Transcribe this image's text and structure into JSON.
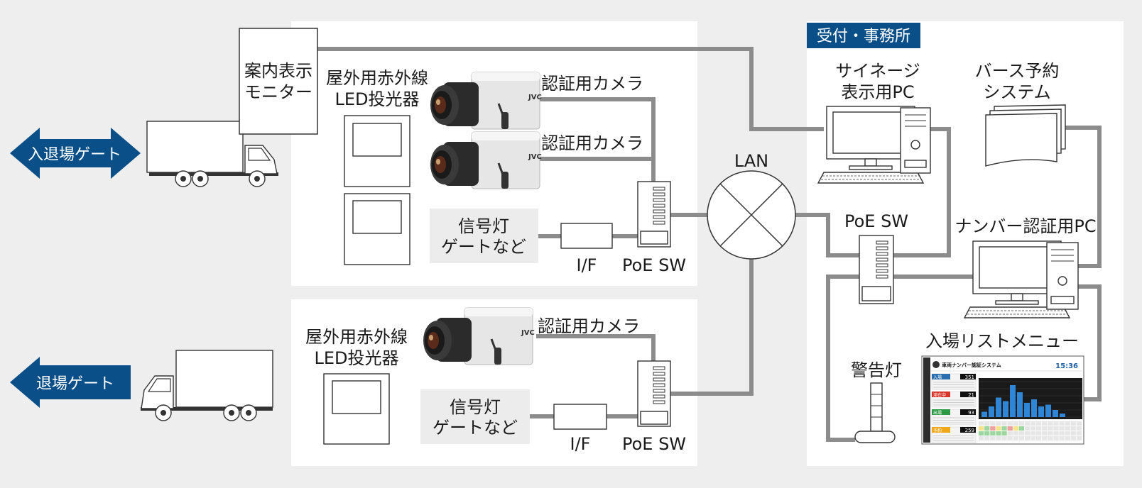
{
  "colors": {
    "background": "#eeeeee",
    "panel": "#ffffff",
    "gray_box": "#ececec",
    "wire": "#8c8c8c",
    "arrow": "#0a4f87",
    "office_tag": "#0a4f87"
  },
  "gates": {
    "top_label": "入退場ゲート",
    "bottom_label": "退場ゲート"
  },
  "monitor": {
    "line1": "案内表示",
    "line2": "モニター"
  },
  "top_section": {
    "ir_line1": "屋外用赤外線",
    "ir_line2": "LED投光器",
    "camera1": "認証用カメラ",
    "camera2": "認証用カメラ",
    "signal_line1": "信号灯",
    "signal_line2": "ゲートなど",
    "if_label": "I/F",
    "poe_label": "PoE SW"
  },
  "bottom_section": {
    "ir_line1": "屋外用赤外線",
    "ir_line2": "LED投光器",
    "camera": "認証用カメラ",
    "signal_line1": "信号灯",
    "signal_line2": "ゲートなど",
    "if_label": "I/F",
    "poe_label": "PoE SW"
  },
  "network": {
    "lan": "LAN"
  },
  "office": {
    "title": "受付・事務所",
    "signage_line1": "サイネージ",
    "signage_line2": "表示用PC",
    "berth_line1": "バース予約",
    "berth_line2": "システム",
    "poe_label": "PoE SW",
    "plate_pc": "ナンバー認証用PC",
    "warning_light": "警告灯",
    "list_menu": "入場リストメニュー"
  },
  "screen": {
    "app_title": "車両ナンバー認証システム",
    "time": "15:36",
    "stats": [
      {
        "label": "入場",
        "value": "351",
        "color": "#2a6fb0"
      },
      {
        "label": "滞在中",
        "value": "21",
        "color": "#d9342b"
      },
      {
        "label": "出場",
        "value": "93",
        "color": "#2e9a48"
      },
      {
        "label": "予約",
        "value": "259",
        "color": "#f0a818"
      }
    ],
    "bars": [
      0.15,
      0.3,
      0.55,
      0.45,
      0.9,
      0.7,
      0.4,
      0.5,
      0.3,
      0.35,
      0.2,
      0.1
    ]
  }
}
